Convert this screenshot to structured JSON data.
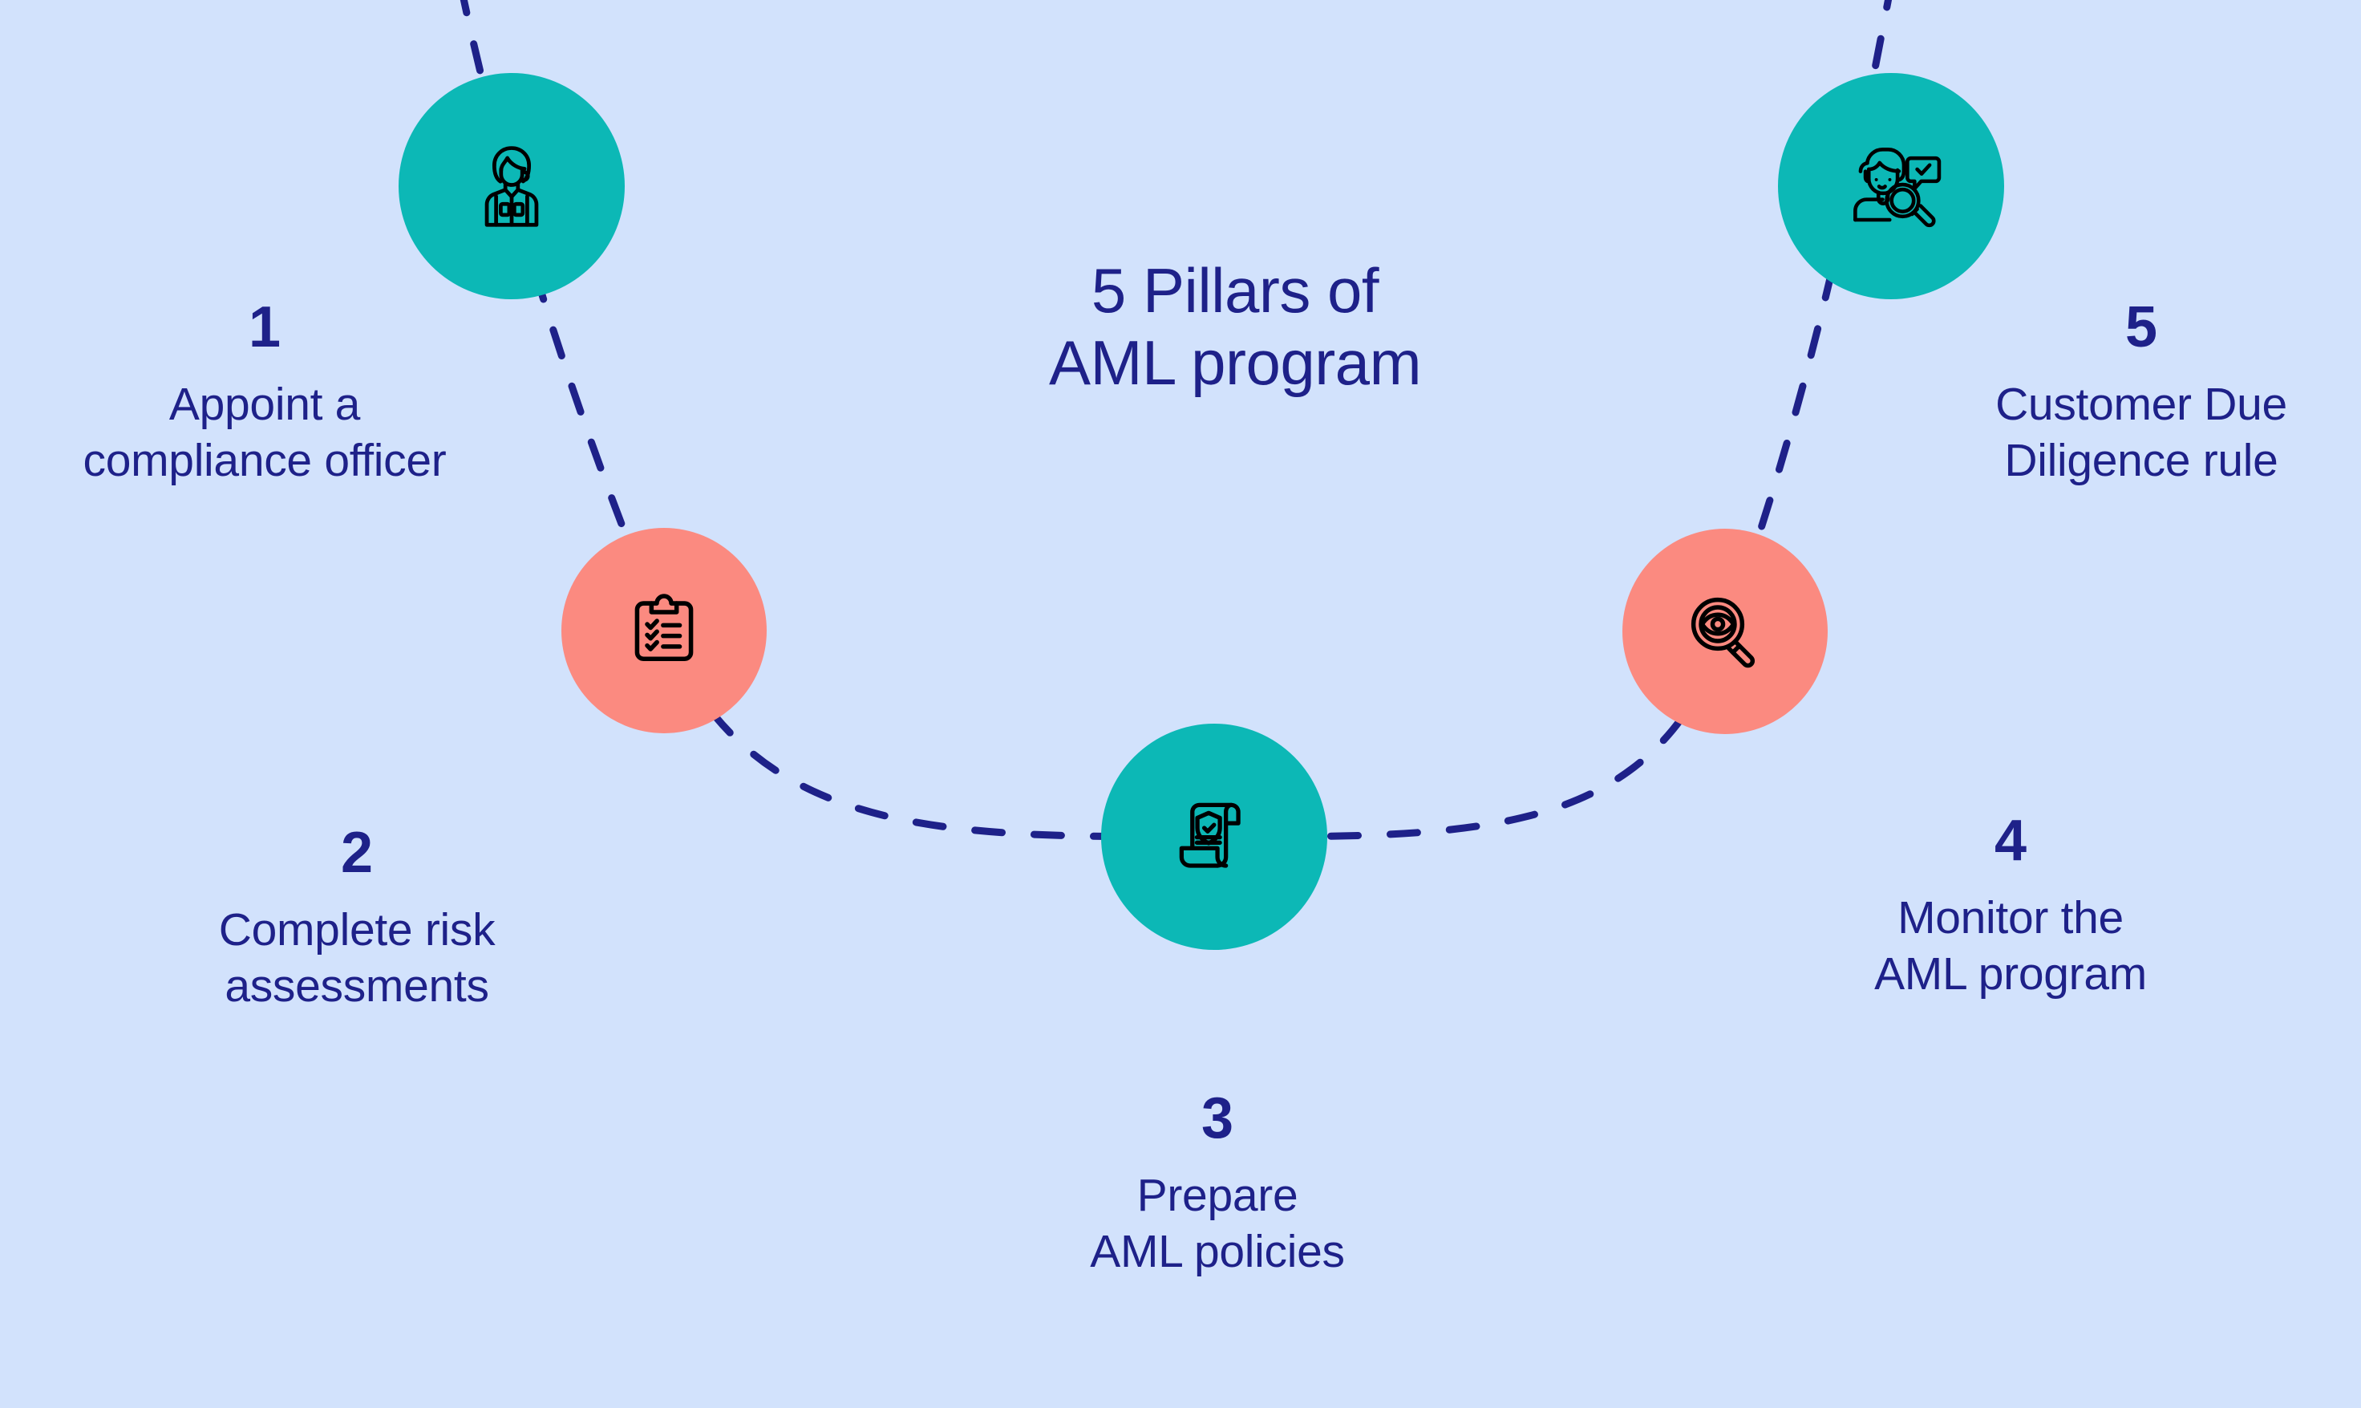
{
  "background_color": "#d2e2fc",
  "text_color": "#1e2189",
  "title": {
    "text": "5 Pillars of\nAML program"
  },
  "colors": {
    "teal": "#0cb8b6",
    "coral": "#fb8a80",
    "navy": "#1e2189",
    "icon_stroke": "#000000",
    "background": "#d2e2fc"
  },
  "steps": [
    {
      "number": "1",
      "label": "Appoint a\ncompliance officer",
      "circle_color": "#0cb8b6",
      "icon": "compliance-officer-icon"
    },
    {
      "number": "2",
      "label": "Complete risk\nassessments",
      "circle_color": "#fb8a80",
      "icon": "clipboard-checklist-icon"
    },
    {
      "number": "3",
      "label": "Prepare\nAML policies",
      "circle_color": "#0cb8b6",
      "icon": "policy-scroll-shield-icon"
    },
    {
      "number": "4",
      "label": "Monitor the\nAML program",
      "circle_color": "#fb8a80",
      "icon": "magnifier-eye-icon"
    },
    {
      "number": "5",
      "label": "Customer Due\nDiligence rule",
      "circle_color": "#0cb8b6",
      "icon": "customer-review-magnifier-icon"
    }
  ],
  "connector": {
    "style": "dashed",
    "color": "#1e2189",
    "shape": "u-curve"
  }
}
